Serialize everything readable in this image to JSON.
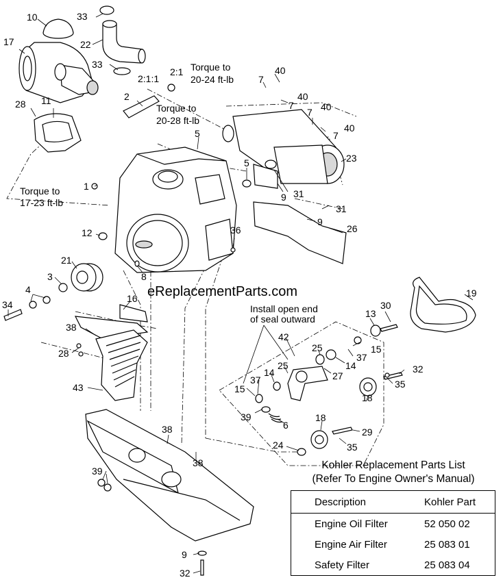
{
  "callouts": {
    "c1": "1",
    "c2": "2",
    "c3": "3",
    "c4": "4",
    "c5a": "5",
    "c5b": "5",
    "c6": "6",
    "c7a": "7",
    "c7b": "7",
    "c7c": "7",
    "c7d": "7",
    "c8": "8",
    "c9a": "9",
    "c9b": "9",
    "c9c": "9",
    "c10": "10",
    "c11": "11",
    "c12": "12",
    "c13": "13",
    "c14a": "14",
    "c14b": "14",
    "c15a": "15",
    "c15b": "15",
    "c16": "16",
    "c17": "17",
    "c18a": "18",
    "c18b": "18",
    "c19": "19",
    "c21": "21",
    "c22": "22",
    "c23": "23",
    "c24": "24",
    "c25a": "25",
    "c25b": "25",
    "c26": "26",
    "c27": "27",
    "c28a": "28",
    "c28b": "28",
    "c29": "29",
    "c30": "30",
    "c31a": "31",
    "c31b": "31",
    "c32a": "32",
    "c32b": "32",
    "c33a": "33",
    "c33b": "33",
    "c34": "34",
    "c35a": "35",
    "c35b": "35",
    "c36": "36",
    "c37a": "37",
    "c37b": "37",
    "c38a": "38",
    "c38b": "38",
    "c39a": "39",
    "c39b": "39",
    "c40a": "40",
    "c40b": "40",
    "c40c": "40",
    "c40d": "40",
    "c42": "42",
    "c43": "43"
  },
  "notes": {
    "ratio_a": "2:1",
    "ratio_b": "2:1:1",
    "torque_1_line1": "Torque to",
    "torque_1_line2": "20-24 ft-lb",
    "torque_2_line1": "Torque to",
    "torque_2_line2": "20-28 ft-lb",
    "torque_3_line1": "Torque to",
    "torque_3_line2": "17-23 ft-lb",
    "seal_line1": "Install open end",
    "seal_line2": "of seal outward"
  },
  "watermark": "eReplacementParts.com",
  "parts_list": {
    "title_line1": "Kohler Replacement Parts List",
    "title_line2": "(Refer To Engine Owner's Manual)",
    "col_description": "Description",
    "col_part": "Kohler Part",
    "rows": [
      {
        "description": "Engine Oil Filter",
        "part": "52 050 02"
      },
      {
        "description": "Engine Air Filter",
        "part": "25 083 01"
      },
      {
        "description": "Safety Filter",
        "part": "25 083 04"
      }
    ]
  }
}
